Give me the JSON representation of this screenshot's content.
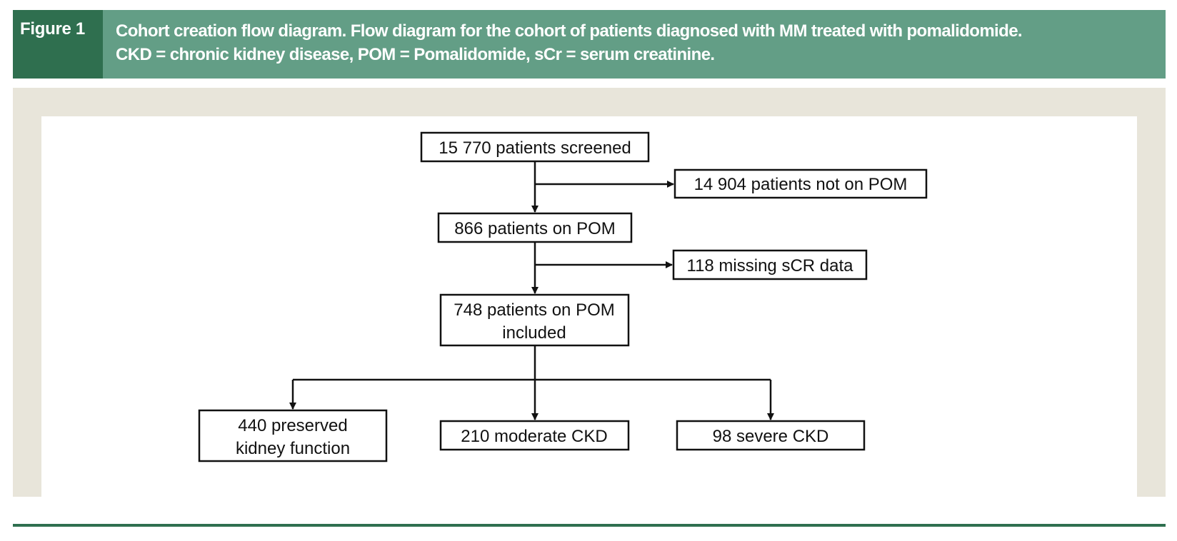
{
  "figure": {
    "label": "Figure 1",
    "caption_lines": [
      "Cohort creation flow diagram. Flow diagram for the cohort of patients diagnosed with MM treated with pomalidomide.",
      "CKD = chronic kidney disease, POM = Pomalidomide, sCr = serum creatinine."
    ]
  },
  "colors": {
    "header_bg": "#639e86",
    "label_bg": "#2f6f4f",
    "frame_bg": "#e8e5da",
    "rule": "#2f6f4f"
  },
  "flow": {
    "screened": "15 770 patients screened",
    "not_on_pom": "14 904 patients not on POM",
    "on_pom": "866 patients on POM",
    "missing_scr": "118 missing sCR data",
    "included": [
      "748 patients on POM",
      "included"
    ],
    "preserved": [
      "440 preserved",
      "kidney function"
    ],
    "moderate": "210 moderate CKD",
    "severe": "98 severe CKD"
  }
}
